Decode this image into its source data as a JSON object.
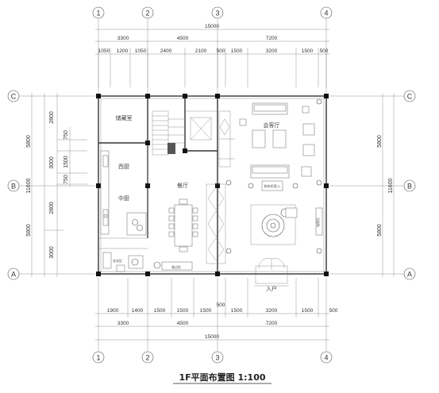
{
  "axes_top": [
    "1",
    "2",
    "3",
    "4"
  ],
  "axes_bottom": [
    "1",
    "2",
    "3",
    "4"
  ],
  "axes_left": [
    "C",
    "B",
    "A"
  ],
  "axes_right": [
    "C",
    "B",
    "A"
  ],
  "top_dims": {
    "total": "15000",
    "row1": [
      "3300",
      "4500",
      "7200"
    ],
    "row2": [
      "1050",
      "1200",
      "1050",
      "2400",
      "2100",
      "500",
      "1500",
      "3200",
      "1500",
      "500"
    ]
  },
  "bottom_dims": {
    "row1": [
      "1900",
      "1400",
      "1500",
      "1500",
      "1500",
      "500",
      "1500",
      "3200",
      "1500",
      "500"
    ],
    "row2": [
      "3300",
      "4500",
      "7200"
    ],
    "total": "15000"
  },
  "left_dims": {
    "outer": [
      "5800",
      "11600",
      "5800"
    ],
    "inner": [
      "2800",
      "3000",
      "2800",
      "3000"
    ],
    "small": [
      "750",
      "1500",
      "750"
    ]
  },
  "right_dims": {
    "outer": [
      "5800",
      "11600",
      "5800"
    ]
  },
  "rooms": {
    "storage": "储藏室",
    "west_kitchen": "西厨",
    "chinese_kitchen": "中厨",
    "dining": "餐厅",
    "living": "会客厅",
    "entrance": "入户"
  },
  "labels": {
    "small1": "洗衣区",
    "small2": "餐边柜",
    "small3": "电视柜",
    "small4": "装饰柜墙/入"
  },
  "title": "1F平面布置图 1:100"
}
